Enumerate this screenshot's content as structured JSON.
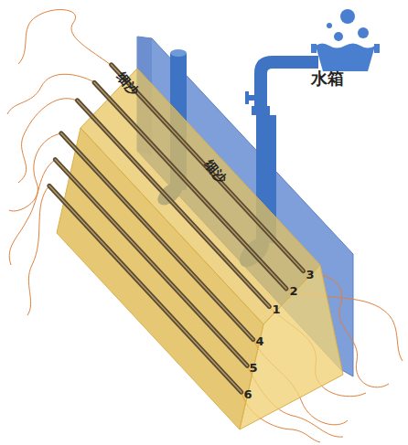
{
  "diagram": {
    "labels": [
      "细沙",
      "细沙",
      "水箱",
      "3",
      "2",
      "1",
      "4",
      "5",
      "6"
    ]
  }
}
